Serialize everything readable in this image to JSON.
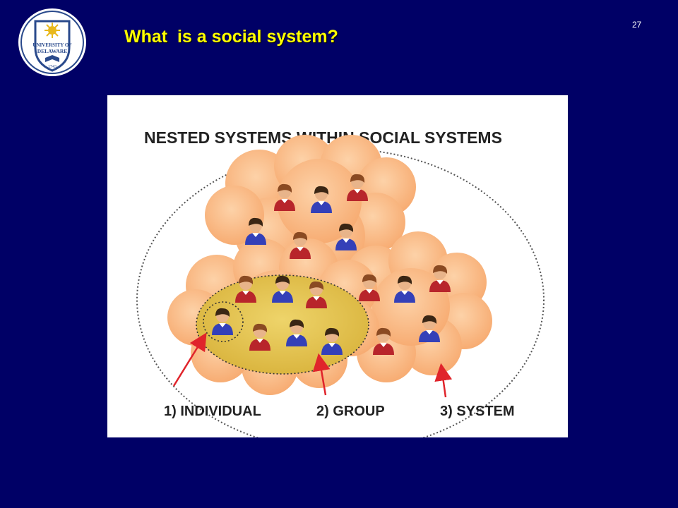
{
  "slide": {
    "title": "What  is a social system?",
    "number": "27",
    "background": "#000066",
    "title_color": "#ffff00"
  },
  "logo": {
    "icon": "university-of-delaware-seal",
    "lines": [
      "UNIVERSITY OF",
      "DELAWARE",
      "1743"
    ]
  },
  "diagram": {
    "heading": "NESTED SYSTEMS WITHIN SOCIAL SYSTEMS",
    "labels": [
      "1) INDIVIDUAL",
      "2) GROUP",
      "3) SYSTEM"
    ],
    "colors": {
      "cloud": "#fbb57f",
      "group": "#e5c24e",
      "arrow": "#e0242b",
      "person_red": "#b8252b",
      "person_blue": "#3440b8"
    }
  }
}
